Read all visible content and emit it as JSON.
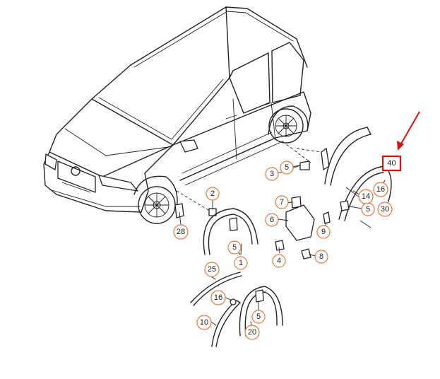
{
  "callouts": [
    {
      "id": "c1",
      "label": "1"
    },
    {
      "id": "c2",
      "label": "2"
    },
    {
      "id": "c3",
      "label": "3"
    },
    {
      "id": "c4",
      "label": "4"
    },
    {
      "id": "c5a",
      "label": "5"
    },
    {
      "id": "c5b",
      "label": "5"
    },
    {
      "id": "c5c",
      "label": "5"
    },
    {
      "id": "c5d",
      "label": "5"
    },
    {
      "id": "c6",
      "label": "6"
    },
    {
      "id": "c7",
      "label": "7"
    },
    {
      "id": "c8",
      "label": "8"
    },
    {
      "id": "c9",
      "label": "9"
    },
    {
      "id": "c10",
      "label": "10"
    },
    {
      "id": "c14",
      "label": "14"
    },
    {
      "id": "c16a",
      "label": "16"
    },
    {
      "id": "c16b",
      "label": "16"
    },
    {
      "id": "c20",
      "label": "20"
    },
    {
      "id": "c25",
      "label": "25"
    },
    {
      "id": "c28",
      "label": "28"
    },
    {
      "id": "c30",
      "label": "30"
    }
  ],
  "highlight": {
    "label": "40",
    "box_color": "#e01010",
    "arrow_color": "#e01010"
  },
  "colors": {
    "callout_ring": "#e8763a",
    "line": "#222222"
  }
}
